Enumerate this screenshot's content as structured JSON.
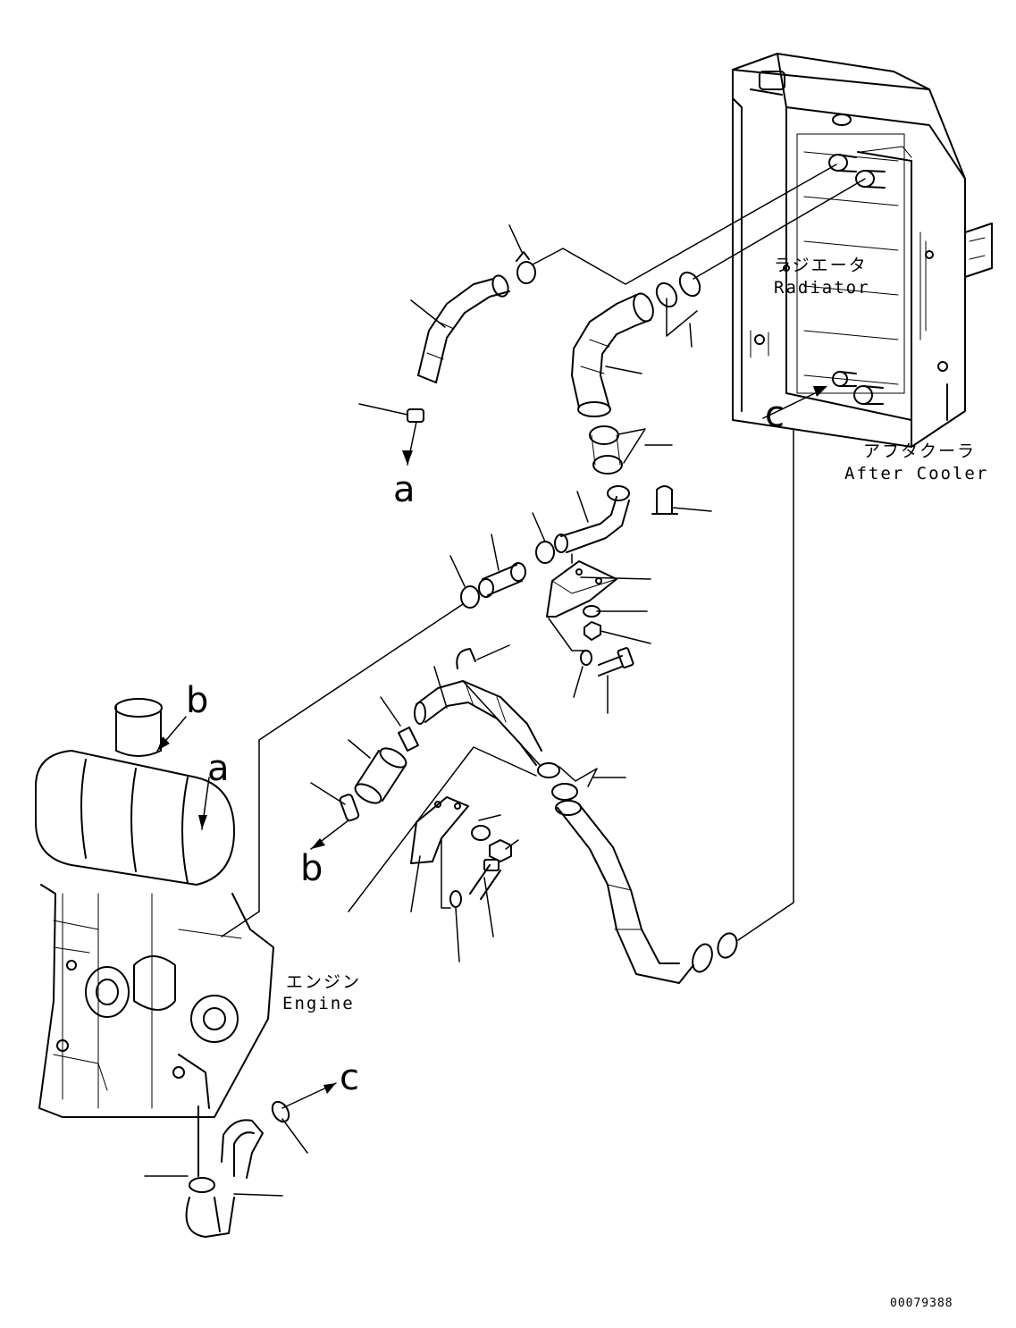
{
  "callouts": {
    "a_top": "a",
    "a_engine": "a",
    "b_top": "b",
    "b_bottom": "b",
    "c_right": "c",
    "c_bottom": "c"
  },
  "components": {
    "radiator_jp": "ラジエータ",
    "radiator_en": "Radiator",
    "aftercooler_jp": "アフタクーラ",
    "aftercooler_en": "After Cooler",
    "engine_jp": "エンジン",
    "engine_en": "Engine"
  },
  "drawing_number": "00079388"
}
